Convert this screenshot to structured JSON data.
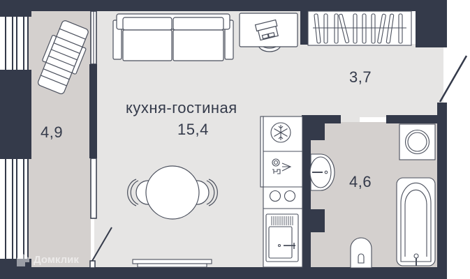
{
  "plan": {
    "rooms": [
      {
        "id": "kitchen-living",
        "name": "кухня-гостиная",
        "area": "15,4"
      },
      {
        "id": "hallway",
        "name": "",
        "area": "3,7"
      },
      {
        "id": "balcony",
        "name": "",
        "area": "4,9"
      },
      {
        "id": "bathroom",
        "name": "",
        "area": "4,6"
      }
    ],
    "colors": {
      "wall": "#343a4a",
      "floor_main": "#e6e5e4",
      "floor_wet": "#d4d0ce",
      "furniture_fill": "#ffffff",
      "furniture_stroke": "#4a4f5c"
    }
  },
  "watermark": {
    "text": "Домклик",
    "icon": "domclick-logo-icon"
  }
}
